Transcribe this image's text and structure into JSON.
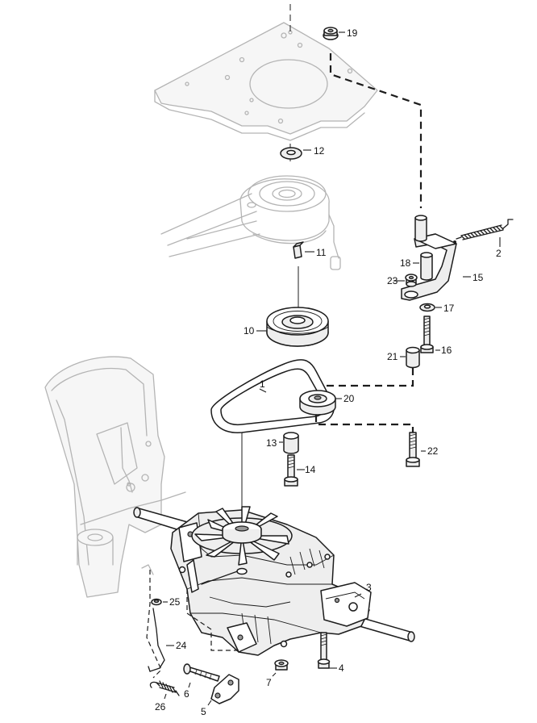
{
  "callouts": [
    {
      "id": "c1",
      "text": "1"
    },
    {
      "id": "c2",
      "text": "2"
    },
    {
      "id": "c3",
      "text": "3"
    },
    {
      "id": "c4",
      "text": "4"
    },
    {
      "id": "c5",
      "text": "5"
    },
    {
      "id": "c6",
      "text": "6"
    },
    {
      "id": "c7",
      "text": "7"
    },
    {
      "id": "c10",
      "text": "10"
    },
    {
      "id": "c11",
      "text": "11"
    },
    {
      "id": "c12",
      "text": "12"
    },
    {
      "id": "c13",
      "text": "13"
    },
    {
      "id": "c14",
      "text": "14"
    },
    {
      "id": "c15",
      "text": "15"
    },
    {
      "id": "c16",
      "text": "16"
    },
    {
      "id": "c17",
      "text": "17"
    },
    {
      "id": "c18",
      "text": "18"
    },
    {
      "id": "c19",
      "text": "19"
    },
    {
      "id": "c20",
      "text": "20"
    },
    {
      "id": "c21",
      "text": "21"
    },
    {
      "id": "c22",
      "text": "22"
    },
    {
      "id": "c23",
      "text": "23"
    },
    {
      "id": "c24",
      "text": "24"
    },
    {
      "id": "c25",
      "text": "25"
    },
    {
      "id": "c26",
      "text": "26"
    }
  ]
}
